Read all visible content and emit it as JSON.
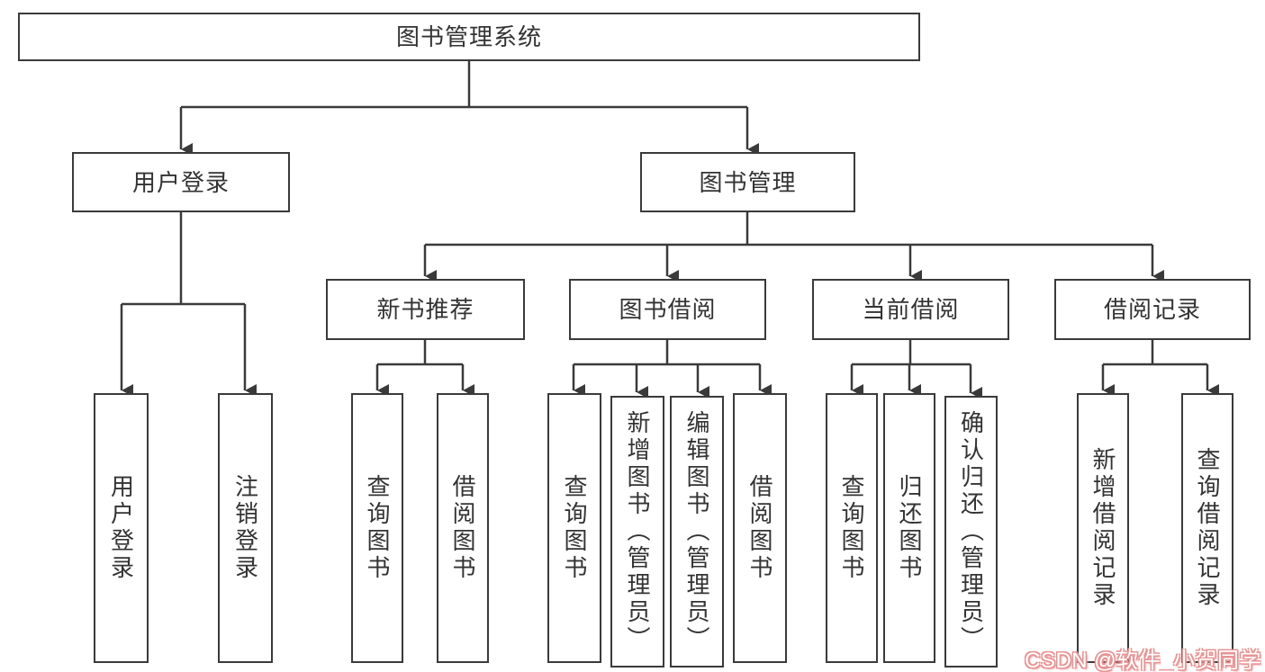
{
  "diagram": {
    "colors": {
      "line": "#3a3a3a",
      "text": "#333333",
      "box-bg": "#ffffff",
      "page-bg": "#ffffff",
      "wm-fill": "#ffffff",
      "wm-outline": "#e89494"
    },
    "nodes": {
      "root": "图书管理系统",
      "branch_login": "用户登录",
      "branch_book": "图书管理",
      "leaf_login": "用户登录",
      "leaf_logout": "注销登录",
      "grp_new": "新书推荐",
      "grp_borrow": "图书借阅",
      "grp_current": "当前借阅",
      "grp_record": "借阅记录",
      "new_query": "查询图书",
      "new_borrow": "借阅图书",
      "borrow_query": "查询图书",
      "borrow_add": "新增图书（管理员）",
      "borrow_edit": "编辑图书（管理员）",
      "borrow_leaf": "借阅图书",
      "cur_query": "查询图书",
      "cur_return": "归还图书",
      "cur_confirm": "确认归还（管理员）",
      "rec_add": "新增借阅记录",
      "rec_query": "查询借阅记录"
    },
    "watermark": "CSDN @软件_小贺同学"
  }
}
